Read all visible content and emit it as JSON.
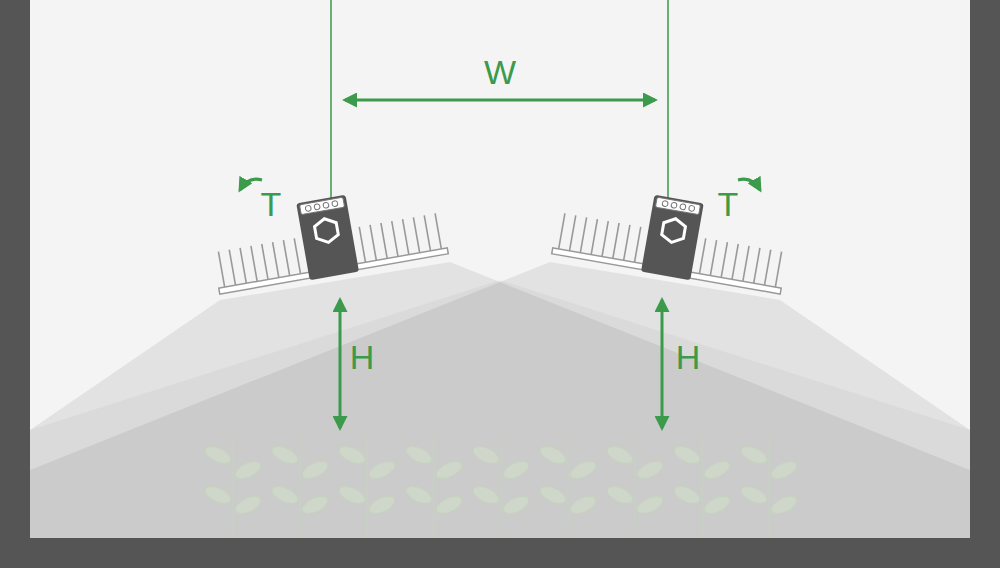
{
  "diagram": {
    "labels": [
      "W",
      "T",
      "T",
      "H",
      "H"
    ]
  }
}
